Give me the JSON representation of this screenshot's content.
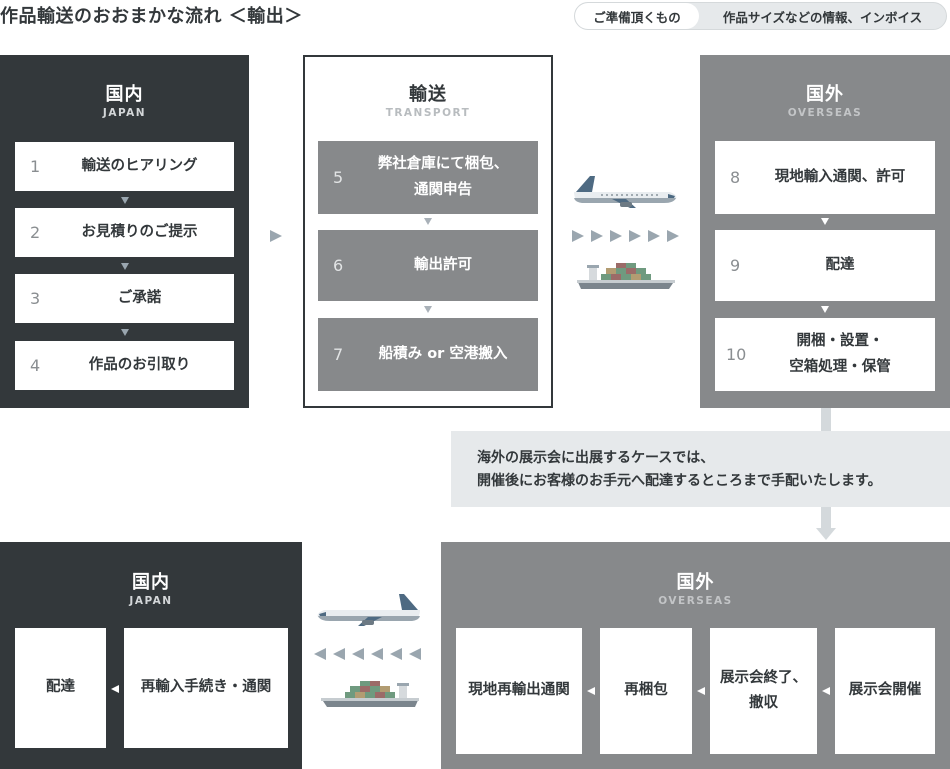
{
  "title": "作品輸送のおおまかな流れ ＜輸出＞",
  "legend": {
    "prepare_label": "ご準備頂くもの",
    "prepare_detail": "作品サイズなどの情報、インボイス"
  },
  "top_flow": {
    "domestic": {
      "heading": "国内",
      "sub": "JAPAN",
      "steps": [
        {
          "num": "1",
          "label": "輸送のヒアリング"
        },
        {
          "num": "2",
          "label": "お見積りのご提示"
        },
        {
          "num": "3",
          "label": "ご承諾"
        },
        {
          "num": "4",
          "label": "作品のお引取り"
        }
      ]
    },
    "transport": {
      "heading": "輸送",
      "sub": "TRANSPORT",
      "steps": [
        {
          "num": "5",
          "line1": "弊社倉庫にて梱包、",
          "line2": "通関申告"
        },
        {
          "num": "6",
          "label": "輸出許可"
        },
        {
          "num": "7",
          "label": "船積み or 空港搬入"
        }
      ]
    },
    "overseas": {
      "heading": "国外",
      "sub": "OVERSEAS",
      "steps": [
        {
          "num": "8",
          "label": "現地輸入通関、許可"
        },
        {
          "num": "9",
          "label": "配達"
        },
        {
          "num": "10",
          "line1": "開梱・設置・",
          "line2": "空箱処理・保管"
        }
      ]
    }
  },
  "note": {
    "line1": "海外の展示会に出展するケースでは、",
    "line2": "開催後にお客様のお手元へ配達するところまで手配いたします。"
  },
  "bottom_flow": {
    "domestic": {
      "heading": "国内",
      "sub": "JAPAN",
      "boxes": [
        {
          "label": "配達"
        },
        {
          "label": "再輸入手続き・通関"
        }
      ]
    },
    "overseas": {
      "heading": "国外",
      "sub": "OVERSEAS",
      "boxes": [
        {
          "label": "現地再輸出通関"
        },
        {
          "label": "再梱包"
        },
        {
          "line1": "展示会終了、",
          "line2": "撤収"
        },
        {
          "label": "展示会開催"
        }
      ]
    }
  },
  "icons": {
    "airplane": "airplane-icon",
    "cargo_ship": "cargo-ship-icon"
  },
  "colors": {
    "dark_panel": "#33383b",
    "gray_panel": "#87898b",
    "arrow": "#9aa6af",
    "note_bg": "#e6e9eb"
  }
}
